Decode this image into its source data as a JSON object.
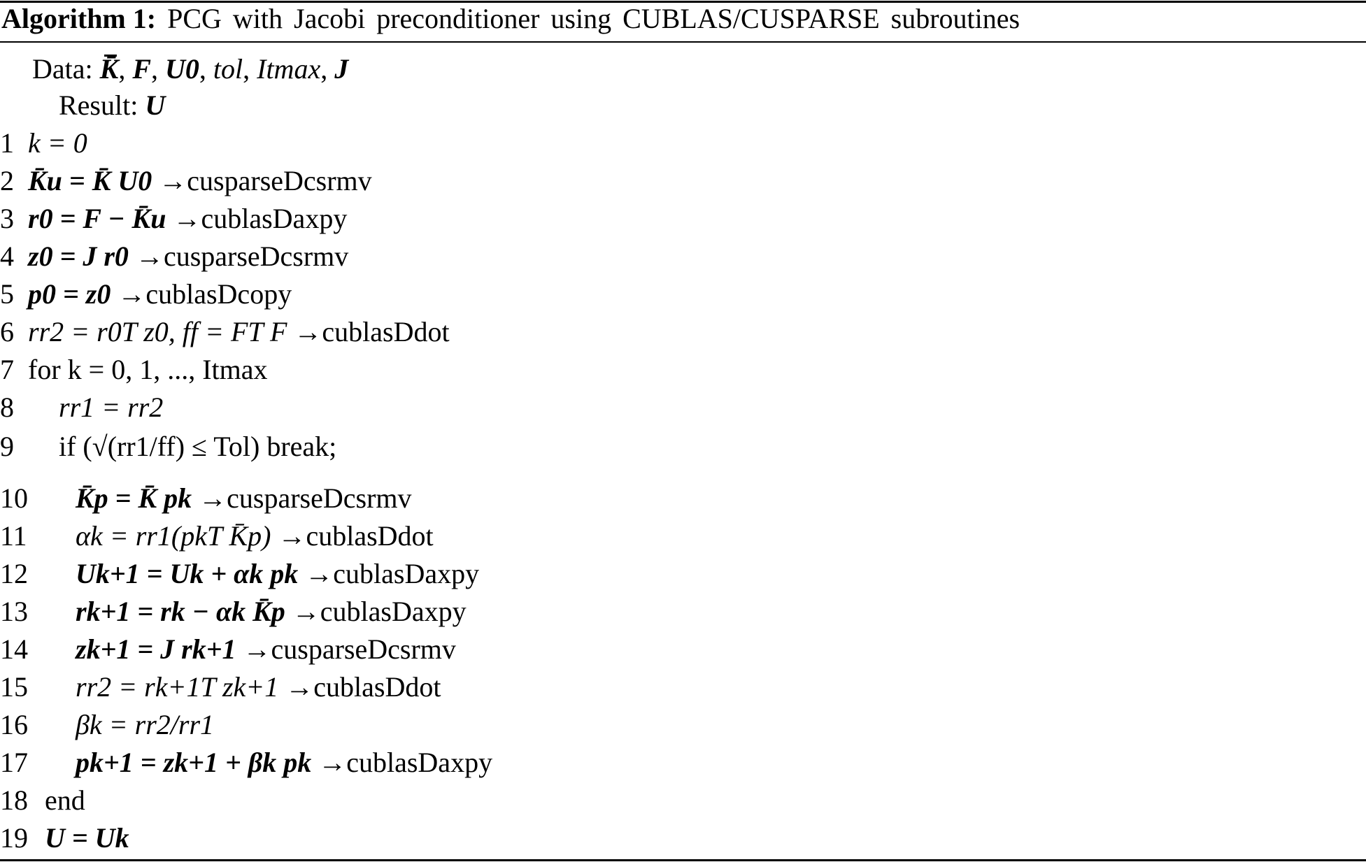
{
  "algorithm": {
    "label": "Algorithm 1:",
    "caption": "PCG with Jacobi preconditioner using CUBLAS/CUSPARSE subroutines",
    "data_label": "Data:",
    "data_symbols": [
      "K̄",
      "F",
      "U0",
      "tol",
      "Itmax",
      "J"
    ],
    "result_label": "Result:",
    "result_symbol": "U"
  },
  "steps": [
    {
      "n": "1",
      "expr": "k = 0",
      "routine": ""
    },
    {
      "n": "2",
      "expr": "K̄u = K̄ U0",
      "routine": "cusparseDcsrmv"
    },
    {
      "n": "3",
      "expr": "r0 = F − K̄u",
      "routine": "cublasDaxpy"
    },
    {
      "n": "4",
      "expr": "z0 = J r0",
      "routine": "cusparseDcsrmv"
    },
    {
      "n": "5",
      "expr": "p0 = z0",
      "routine": "cublasDcopy"
    },
    {
      "n": "6",
      "expr": "rr2 = r0T z0, ff = FT F",
      "routine": "cublasDdot"
    },
    {
      "n": "7",
      "expr": "for k = 0, 1, ..., Itmax",
      "routine": ""
    },
    {
      "n": "8",
      "expr": "rr1 = rr2",
      "routine": ""
    },
    {
      "n": "9",
      "expr": "if (√(rr1/ff) ≤ Tol) break;",
      "routine": ""
    },
    {
      "n": "10",
      "expr": "K̄p = K̄ pk",
      "routine": "cusparseDcsrmv"
    },
    {
      "n": "11",
      "expr": "αk = rr1(pkT K̄p)",
      "routine": "cublasDdot"
    },
    {
      "n": "12",
      "expr": "Uk+1 = Uk + αk pk",
      "routine": "cublasDaxpy"
    },
    {
      "n": "13",
      "expr": "rk+1 = rk − αk K̄p",
      "routine": "cublasDaxpy"
    },
    {
      "n": "14",
      "expr": "zk+1 = J rk+1",
      "routine": "cusparseDcsrmv"
    },
    {
      "n": "15",
      "expr": "rr2 = rk+1T zk+1",
      "routine": "cublasDdot"
    },
    {
      "n": "16",
      "expr": "βk = rr2/rr1",
      "routine": ""
    },
    {
      "n": "17",
      "expr": "pk+1 = zk+1 + βk pk",
      "routine": "cublasDaxpy"
    },
    {
      "n": "18",
      "expr": "end",
      "routine": ""
    },
    {
      "n": "19",
      "expr": "U = Uk",
      "routine": ""
    }
  ]
}
